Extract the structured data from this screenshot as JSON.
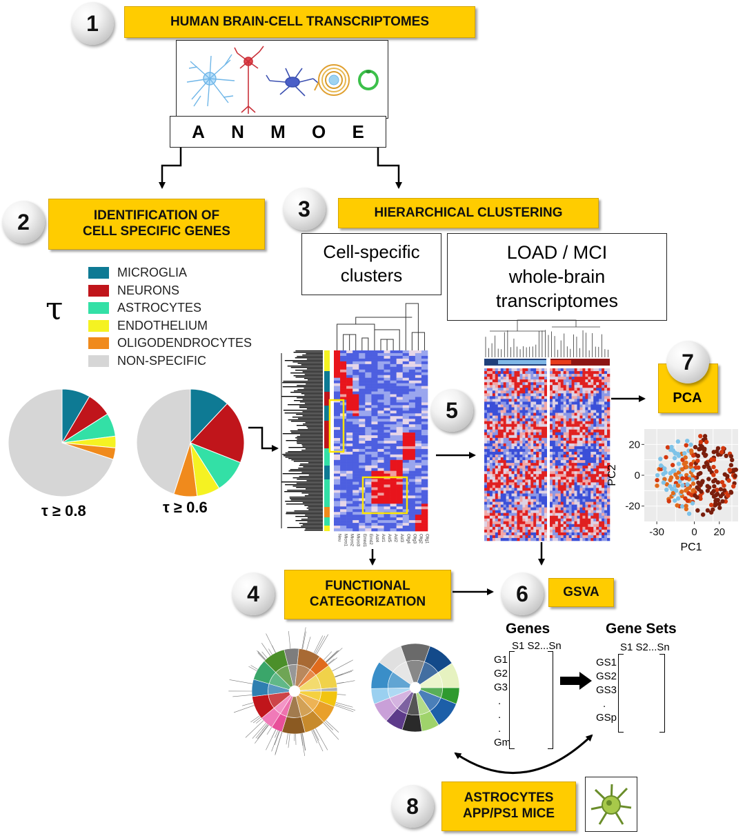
{
  "steps": {
    "s1": {
      "num": "1",
      "label": "HUMAN BRAIN-CELL TRANSCRIPTOMES"
    },
    "s2": {
      "num": "2",
      "label_line1": "IDENTIFICATION OF",
      "label_line2": "CELL SPECIFIC GENES"
    },
    "s3": {
      "num": "3",
      "label": "HIERARCHICAL CLUSTERING"
    },
    "s4": {
      "num": "4",
      "label_line1": "FUNCTIONAL",
      "label_line2": "CATEGORIZATION"
    },
    "s5": {
      "num": "5"
    },
    "s6": {
      "num": "6",
      "label": "GSVA"
    },
    "s7": {
      "num": "7",
      "label": "PCA"
    },
    "s8": {
      "num": "8",
      "label_line1": "ASTROCYTES",
      "label_line2": "APP/PS1 MICE"
    }
  },
  "cell_letters": [
    "A",
    "N",
    "M",
    "O",
    "E"
  ],
  "tau_symbol": "τ",
  "legend": [
    {
      "label": "MICROGLIA",
      "color": "#0e7a94"
    },
    {
      "label": "NEURONS",
      "color": "#c0151b"
    },
    {
      "label": "ASTROCYTES",
      "color": "#33e0a6"
    },
    {
      "label": "ENDOTHELIUM",
      "color": "#f5f222"
    },
    {
      "label": "OLIGODENDROCYTES",
      "color": "#f08a1c"
    },
    {
      "label": "NON-SPECIFIC",
      "color": "#d6d6d6"
    }
  ],
  "pie_labels": {
    "tau08": "τ ≥ 0.8",
    "tau06": "τ ≥ 0.6"
  },
  "pies": {
    "tau08": [
      {
        "name": "MICROGLIA",
        "fraction": 0.085,
        "color": "#0e7a94"
      },
      {
        "name": "NEURONS",
        "fraction": 0.075,
        "color": "#c0151b"
      },
      {
        "name": "ASTROCYTES",
        "fraction": 0.07,
        "color": "#33e0a6"
      },
      {
        "name": "ENDOTHELIUM",
        "fraction": 0.035,
        "color": "#f5f222"
      },
      {
        "name": "OLIGODENDROCYTES",
        "fraction": 0.035,
        "color": "#f08a1c"
      },
      {
        "name": "NON-SPECIFIC",
        "fraction": 0.7,
        "color": "#d6d6d6"
      }
    ],
    "tau06": [
      {
        "name": "MICROGLIA",
        "fraction": 0.12,
        "color": "#0e7a94"
      },
      {
        "name": "NEURONS",
        "fraction": 0.19,
        "color": "#c0151b"
      },
      {
        "name": "ASTROCYTES",
        "fraction": 0.1,
        "color": "#33e0a6"
      },
      {
        "name": "ENDOTHELIUM",
        "fraction": 0.07,
        "color": "#f5f222"
      },
      {
        "name": "OLIGODENDROCYTES",
        "fraction": 0.07,
        "color": "#f08a1c"
      },
      {
        "name": "NON-SPECIFIC",
        "fraction": 0.45,
        "color": "#d6d6d6"
      }
    ]
  },
  "boxes": {
    "cell_clusters_line1": "Cell-specific",
    "cell_clusters_line2": "clusters",
    "load_line1": "LOAD / MCI",
    "load_line2": "whole-brain",
    "load_line3": "transcriptomes"
  },
  "heatmap_columns": [
    "Neu",
    "Micro1",
    "Micro2",
    "Micro3",
    "Emnd1",
    "Emd2",
    "Ast4",
    "Ast1",
    "Ast5",
    "Ast2",
    "Ast3",
    "Olig4",
    "Olig3",
    "Olig2",
    "Olig1"
  ],
  "pca": {
    "xlabel": "PC1",
    "ylabel": "PC2",
    "xticks": [
      "-30",
      "0",
      "20"
    ],
    "yticks": [
      "20",
      "0",
      "-20"
    ]
  },
  "gsva": {
    "genes_title": "Genes",
    "genes_header": "S1 S2...Sn",
    "genes_rows": [
      "G1",
      "G2",
      "G3",
      ".",
      ".",
      ".",
      "Gm"
    ],
    "genesets_title": "Gene Sets",
    "genesets_header": "S1 S2...Sn",
    "genesets_rows": [
      "GS1",
      "GS2",
      "GS3",
      ".",
      "GSp"
    ]
  },
  "colors": {
    "gold": "#ffcc00",
    "heat_red": "#e02020",
    "heat_blue": "#3a4fd8",
    "highlight": "#ffe600"
  }
}
